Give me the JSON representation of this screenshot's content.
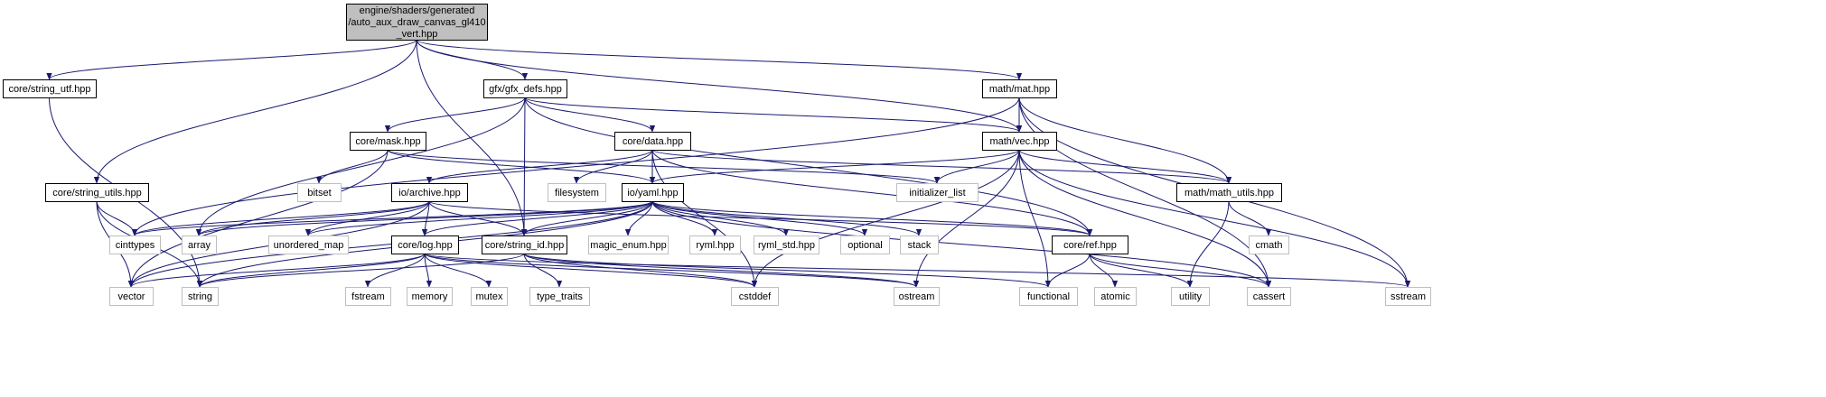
{
  "graph": {
    "nodes": [
      {
        "id": "root",
        "label_lines": [
          "engine/shaders/generated",
          "/auto_aux_draw_canvas_gl410",
          "_vert.hpp"
        ],
        "kind": "root"
      },
      {
        "id": "string_utf",
        "label_lines": [
          "core/string_utf.hpp"
        ],
        "kind": "internal"
      },
      {
        "id": "gfx_defs",
        "label_lines": [
          "gfx/gfx_defs.hpp"
        ],
        "kind": "internal"
      },
      {
        "id": "mat",
        "label_lines": [
          "math/mat.hpp"
        ],
        "kind": "internal"
      },
      {
        "id": "mask",
        "label_lines": [
          "core/mask.hpp"
        ],
        "kind": "internal"
      },
      {
        "id": "data",
        "label_lines": [
          "core/data.hpp"
        ],
        "kind": "internal"
      },
      {
        "id": "vec",
        "label_lines": [
          "math/vec.hpp"
        ],
        "kind": "internal"
      },
      {
        "id": "string_utils",
        "label_lines": [
          "core/string_utils.hpp"
        ],
        "kind": "internal"
      },
      {
        "id": "archive",
        "label_lines": [
          "io/archive.hpp"
        ],
        "kind": "internal"
      },
      {
        "id": "yaml",
        "label_lines": [
          "io/yaml.hpp"
        ],
        "kind": "internal"
      },
      {
        "id": "math_utils",
        "label_lines": [
          "math/math_utils.hpp"
        ],
        "kind": "internal"
      },
      {
        "id": "log",
        "label_lines": [
          "core/log.hpp"
        ],
        "kind": "internal"
      },
      {
        "id": "string_id",
        "label_lines": [
          "core/string_id.hpp"
        ],
        "kind": "internal"
      },
      {
        "id": "ref",
        "label_lines": [
          "core/ref.hpp"
        ],
        "kind": "internal"
      },
      {
        "id": "bitset",
        "label_lines": [
          "bitset"
        ],
        "kind": "external"
      },
      {
        "id": "filesystem",
        "label_lines": [
          "filesystem"
        ],
        "kind": "external"
      },
      {
        "id": "initializer_list",
        "label_lines": [
          "initializer_list"
        ],
        "kind": "external"
      },
      {
        "id": "cinttypes",
        "label_lines": [
          "cinttypes"
        ],
        "kind": "external"
      },
      {
        "id": "array",
        "label_lines": [
          "array"
        ],
        "kind": "external"
      },
      {
        "id": "unordered_map",
        "label_lines": [
          "unordered_map"
        ],
        "kind": "external"
      },
      {
        "id": "magic_enum",
        "label_lines": [
          "magic_enum.hpp"
        ],
        "kind": "external"
      },
      {
        "id": "ryml",
        "label_lines": [
          "ryml.hpp"
        ],
        "kind": "external"
      },
      {
        "id": "ryml_std",
        "label_lines": [
          "ryml_std.hpp"
        ],
        "kind": "external"
      },
      {
        "id": "optional",
        "label_lines": [
          "optional"
        ],
        "kind": "external"
      },
      {
        "id": "stack",
        "label_lines": [
          "stack"
        ],
        "kind": "external"
      },
      {
        "id": "cmath",
        "label_lines": [
          "cmath"
        ],
        "kind": "external"
      },
      {
        "id": "vector",
        "label_lines": [
          "vector"
        ],
        "kind": "external"
      },
      {
        "id": "string",
        "label_lines": [
          "string"
        ],
        "kind": "external"
      },
      {
        "id": "fstream",
        "label_lines": [
          "fstream"
        ],
        "kind": "external"
      },
      {
        "id": "memory",
        "label_lines": [
          "memory"
        ],
        "kind": "external"
      },
      {
        "id": "mutex",
        "label_lines": [
          "mutex"
        ],
        "kind": "external"
      },
      {
        "id": "type_traits",
        "label_lines": [
          "type_traits"
        ],
        "kind": "external"
      },
      {
        "id": "cstddef",
        "label_lines": [
          "cstddef"
        ],
        "kind": "external"
      },
      {
        "id": "ostream",
        "label_lines": [
          "ostream"
        ],
        "kind": "external"
      },
      {
        "id": "functional",
        "label_lines": [
          "functional"
        ],
        "kind": "external"
      },
      {
        "id": "atomic",
        "label_lines": [
          "atomic"
        ],
        "kind": "external"
      },
      {
        "id": "utility",
        "label_lines": [
          "utility"
        ],
        "kind": "external"
      },
      {
        "id": "cassert",
        "label_lines": [
          "cassert"
        ],
        "kind": "external"
      },
      {
        "id": "sstream",
        "label_lines": [
          "sstream"
        ],
        "kind": "external"
      }
    ],
    "edges": [
      [
        "root",
        "string_utf"
      ],
      [
        "root",
        "gfx_defs"
      ],
      [
        "root",
        "mat"
      ],
      [
        "root",
        "vec"
      ],
      [
        "root",
        "string_utils"
      ],
      [
        "root",
        "string_id"
      ],
      [
        "string_utf",
        "string"
      ],
      [
        "gfx_defs",
        "mask"
      ],
      [
        "gfx_defs",
        "data"
      ],
      [
        "gfx_defs",
        "vec"
      ],
      [
        "gfx_defs",
        "string_id"
      ],
      [
        "gfx_defs",
        "ref"
      ],
      [
        "gfx_defs",
        "array"
      ],
      [
        "mat",
        "vec"
      ],
      [
        "mat",
        "math_utils"
      ],
      [
        "mat",
        "cassert"
      ],
      [
        "mat",
        "sstream"
      ],
      [
        "mat",
        "cinttypes"
      ],
      [
        "mask",
        "bitset"
      ],
      [
        "mask",
        "yaml"
      ],
      [
        "mask",
        "initializer_list"
      ],
      [
        "mask",
        "vector"
      ],
      [
        "data",
        "filesystem"
      ],
      [
        "data",
        "yaml"
      ],
      [
        "data",
        "archive"
      ],
      [
        "data",
        "ref"
      ],
      [
        "data",
        "math_utils"
      ],
      [
        "data",
        "cstddef"
      ],
      [
        "vec",
        "yaml"
      ],
      [
        "vec",
        "initializer_list"
      ],
      [
        "vec",
        "math_utils"
      ],
      [
        "vec",
        "cassert"
      ],
      [
        "vec",
        "sstream"
      ],
      [
        "vec",
        "functional"
      ],
      [
        "vec",
        "ostream"
      ],
      [
        "vec",
        "cstddef"
      ],
      [
        "string_utils",
        "cinttypes"
      ],
      [
        "string_utils",
        "vector"
      ],
      [
        "string_utils",
        "string"
      ],
      [
        "archive",
        "cinttypes"
      ],
      [
        "archive",
        "array"
      ],
      [
        "archive",
        "unordered_map"
      ],
      [
        "archive",
        "log"
      ],
      [
        "archive",
        "string_id"
      ],
      [
        "archive",
        "ref"
      ],
      [
        "archive",
        "vector"
      ],
      [
        "yaml",
        "cinttypes"
      ],
      [
        "yaml",
        "array"
      ],
      [
        "yaml",
        "unordered_map"
      ],
      [
        "yaml",
        "magic_enum"
      ],
      [
        "yaml",
        "ryml"
      ],
      [
        "yaml",
        "ryml_std"
      ],
      [
        "yaml",
        "optional"
      ],
      [
        "yaml",
        "stack"
      ],
      [
        "yaml",
        "log"
      ],
      [
        "yaml",
        "string_id"
      ],
      [
        "yaml",
        "ref"
      ],
      [
        "yaml",
        "cassert"
      ],
      [
        "yaml",
        "vector"
      ],
      [
        "yaml",
        "string"
      ],
      [
        "math_utils",
        "cmath"
      ],
      [
        "math_utils",
        "utility"
      ],
      [
        "log",
        "vector"
      ],
      [
        "log",
        "string"
      ],
      [
        "log",
        "fstream"
      ],
      [
        "log",
        "memory"
      ],
      [
        "log",
        "mutex"
      ],
      [
        "log",
        "cstddef"
      ],
      [
        "log",
        "ostream"
      ],
      [
        "log",
        "sstream"
      ],
      [
        "string_id",
        "type_traits"
      ],
      [
        "string_id",
        "cstddef"
      ],
      [
        "string_id",
        "string"
      ],
      [
        "string_id",
        "functional"
      ],
      [
        "string_id",
        "ostream"
      ],
      [
        "ref",
        "functional"
      ],
      [
        "ref",
        "atomic"
      ],
      [
        "ref",
        "utility"
      ],
      [
        "ref",
        "cassert"
      ]
    ]
  },
  "colors": {
    "edge": "#191970",
    "root_fill": "#bfbfbf",
    "root_stroke": "#000000",
    "internal_fill": "#ffffff",
    "internal_stroke": "#000000",
    "external_fill": "#ffffff",
    "external_stroke": "#bfbfbf",
    "text": "#000000"
  }
}
